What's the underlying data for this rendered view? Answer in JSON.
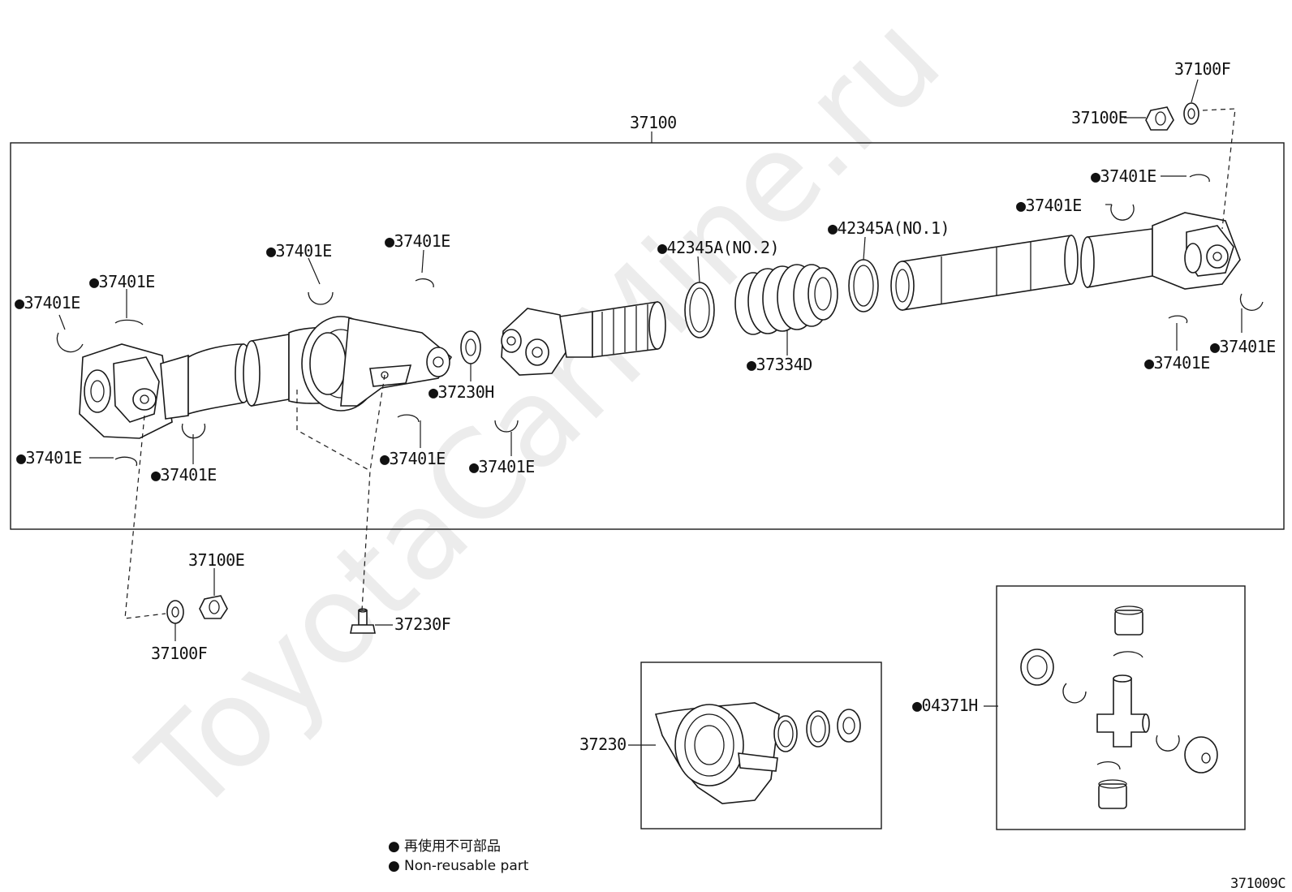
{
  "watermark": "ToyotaCarMine.ru",
  "diagram_code": "371009C",
  "legend": {
    "bullet": "●",
    "line_ja": "再使用不可部品",
    "line_en": "Non-reusable part"
  },
  "labels": {
    "assy": "37100",
    "washer_top": "37100F",
    "nut_top": "37100E",
    "ring_r1": "●37401E",
    "ring_r2": "●37401E",
    "ring_r3": "●37401E",
    "ring_r4": "●37401E",
    "ring_l1": "●37401E",
    "ring_l2": "●37401E",
    "ring_l3": "●37401E",
    "ring_l4": "●37401E",
    "ring_m1": "●37401E",
    "ring_m2": "●37401E",
    "ring_m3": "●37401E",
    "ring_m4": "●37401E",
    "clamp_no2": "●42345A(NO.2)",
    "clamp_no1": "●42345A(NO.1)",
    "boot": "●37334D",
    "spacer": "●37230H",
    "nut_bottom": "37100E",
    "washer_bottom": "37100F",
    "bolt": "37230F",
    "bearing": "37230",
    "spider_kit": "●04371H"
  }
}
